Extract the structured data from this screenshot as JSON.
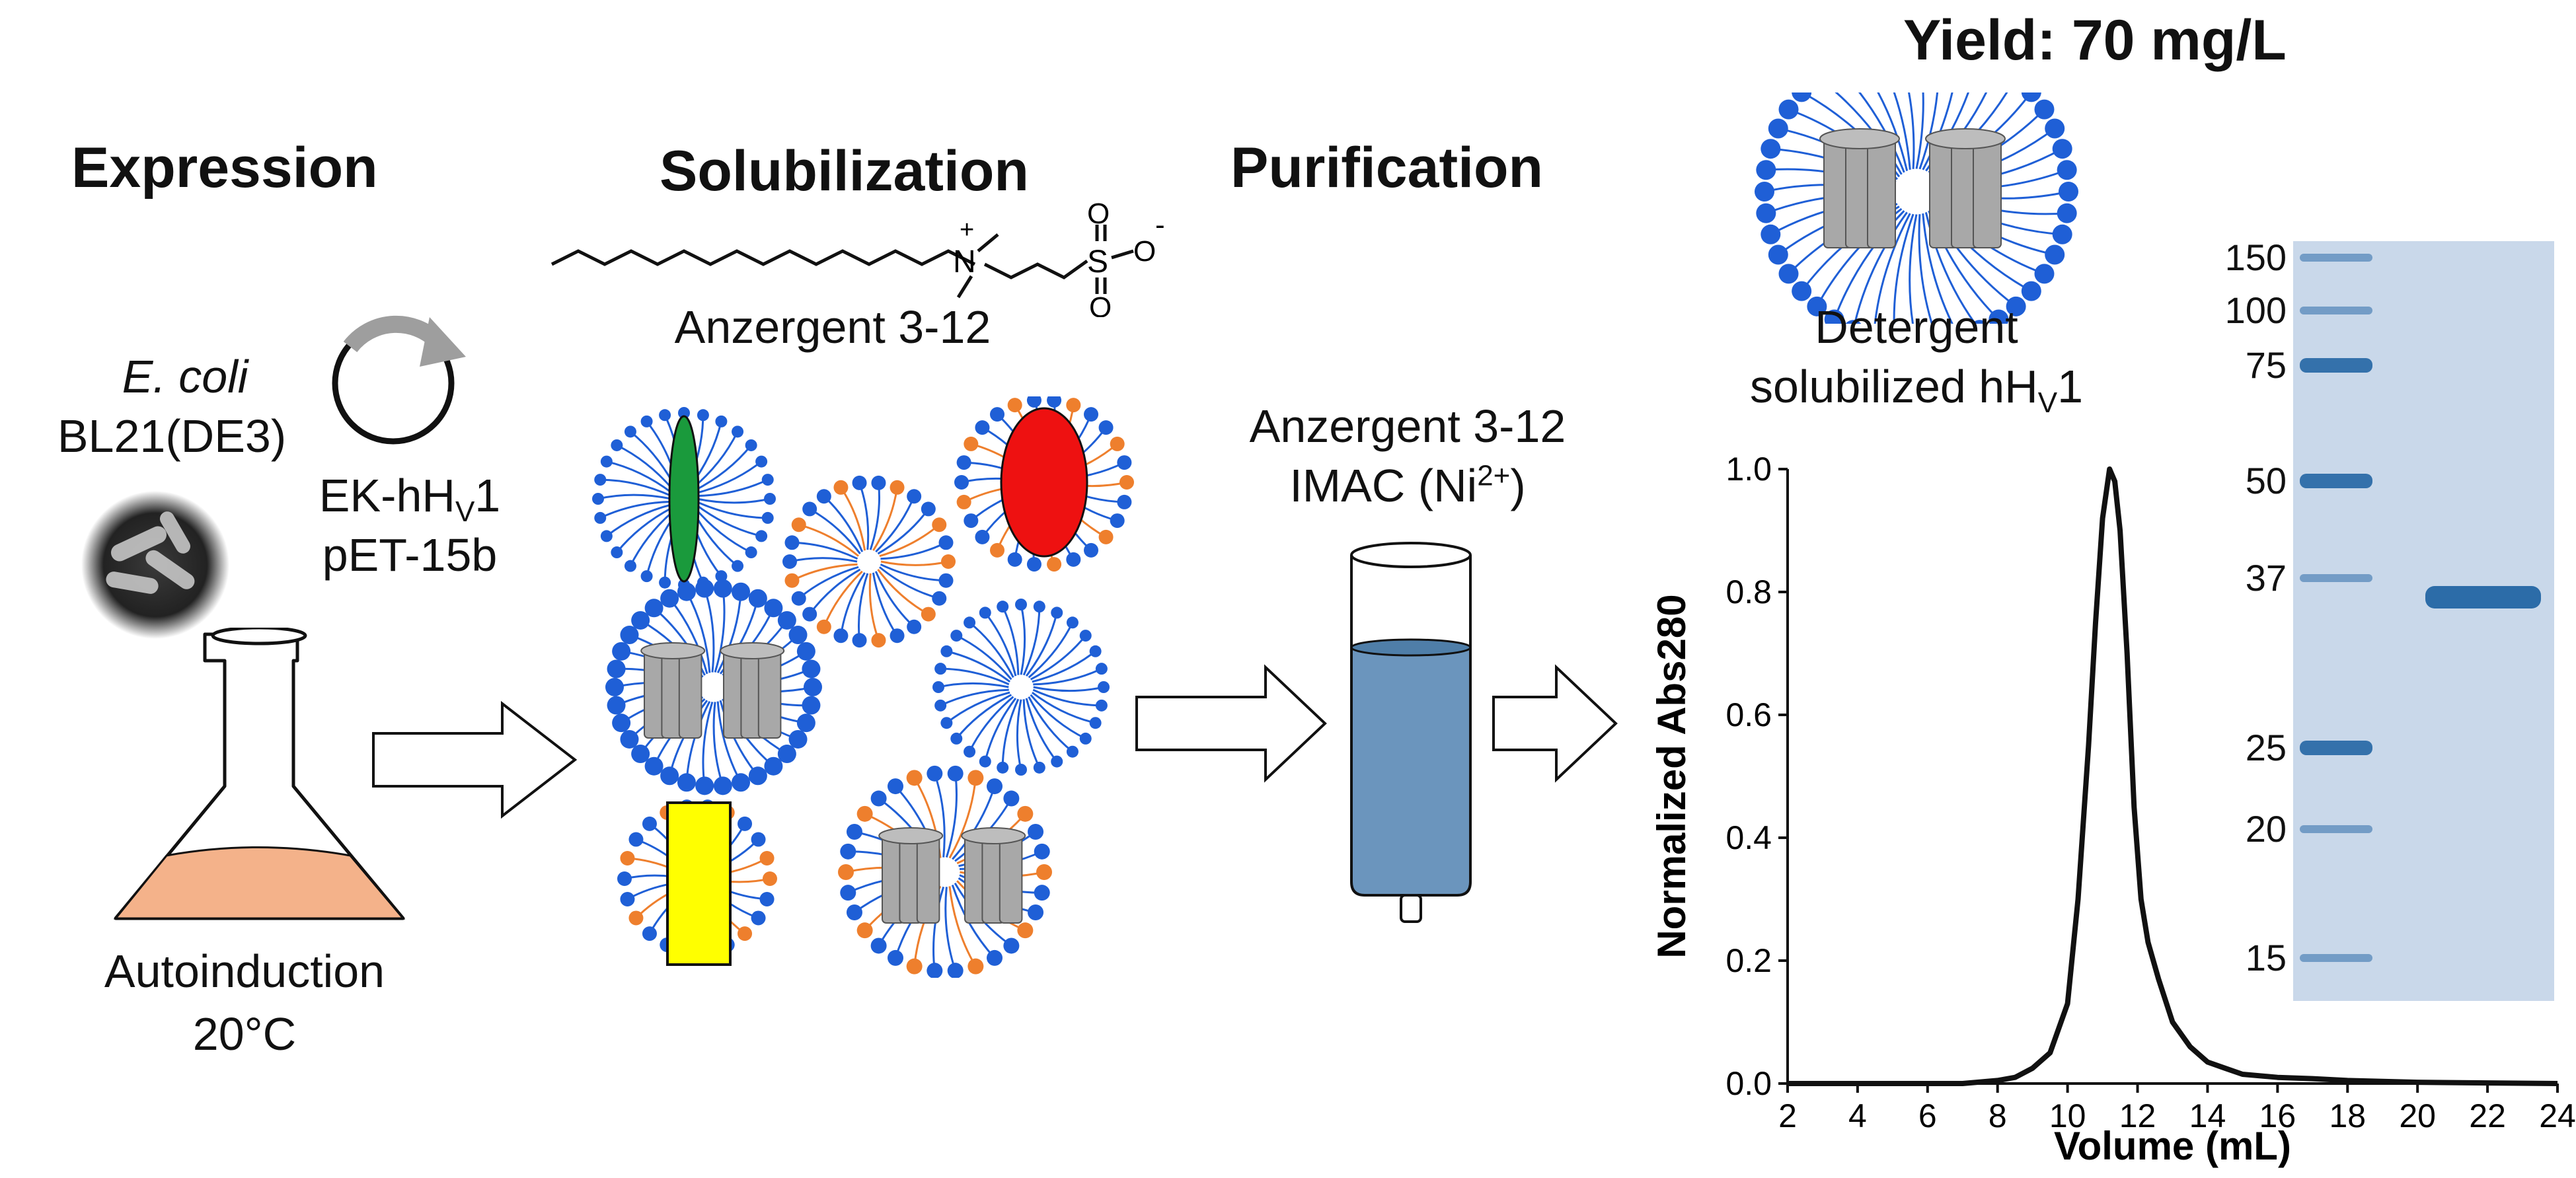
{
  "stages": {
    "expression": "Expression",
    "solubilization": "Solubilization",
    "purification": "Purification",
    "yield": "Yield: 70 mg/L"
  },
  "expression": {
    "organism_italic": "E. coli",
    "strain": "BL21(DE3)",
    "plasmid_line1_prefix": "EK-hH",
    "plasmid_line1_sub": "V",
    "plasmid_line1_suffix": "1",
    "plasmid_line2": "pET-15b",
    "condition_line1": "Autoinduction",
    "condition_line2": "20°C"
  },
  "solubilization": {
    "detergent_name": "Anzergent 3-12",
    "structure_atoms": {
      "n_plus": "N",
      "plus": "+",
      "sulfur": "S",
      "oxygen": "O",
      "minus": "-"
    }
  },
  "purification": {
    "line1": "Anzergent 3-12",
    "line2_prefix": "IMAC (Ni",
    "line2_sup": "2+",
    "line2_suffix": ")"
  },
  "product": {
    "line1": "Detergent",
    "line2_prefix": "solubilized hH",
    "line2_sub": "V",
    "line2_suffix": "1"
  },
  "gel": {
    "markers": [
      "150",
      "100",
      "75",
      "50",
      "37",
      "25",
      "20",
      "15"
    ],
    "marker_band_color": "#2c6ca8",
    "sample_band_marker": "37",
    "background_color": "#c9d8ea"
  },
  "colors": {
    "blue_head": "#1f5fd6",
    "orange_head": "#ee7f2d",
    "green_protein": "#1a9a3c",
    "red_protein": "#ee1111",
    "yellow_protein": "#ffff00",
    "column_liquid": "#6b95bd",
    "culture": "#f4b28a",
    "channel_gray": "#a8a8a8"
  },
  "chart_data": {
    "type": "line",
    "xlabel": "Volume (mL)",
    "ylabel": "Normalized Abs280",
    "xlim": [
      2,
      24
    ],
    "ylim": [
      0,
      1.0
    ],
    "xticks": [
      "2",
      "4",
      "6",
      "8",
      "10",
      "12",
      "14",
      "16",
      "18",
      "20",
      "22",
      "24"
    ],
    "yticks": [
      "0.0",
      "0.2",
      "0.4",
      "0.6",
      "0.8",
      "1.0"
    ],
    "grid": false,
    "series": [
      {
        "x": [
          2,
          4,
          6,
          7,
          8,
          8.5,
          9,
          9.5,
          10,
          10.3,
          10.6,
          10.8,
          11.0,
          11.2,
          11.35,
          11.5,
          11.7,
          11.9,
          12.1,
          12.3,
          12.6,
          13.0,
          13.5,
          14.0,
          14.5,
          15.0,
          16,
          17,
          18,
          20,
          22,
          24
        ],
        "y": [
          0.0,
          0.0,
          0.0,
          0.0,
          0.005,
          0.01,
          0.025,
          0.05,
          0.13,
          0.3,
          0.55,
          0.75,
          0.92,
          1.0,
          0.98,
          0.9,
          0.7,
          0.45,
          0.3,
          0.23,
          0.17,
          0.1,
          0.06,
          0.035,
          0.025,
          0.015,
          0.01,
          0.008,
          0.005,
          0.002,
          0.001,
          0.0
        ]
      }
    ]
  }
}
